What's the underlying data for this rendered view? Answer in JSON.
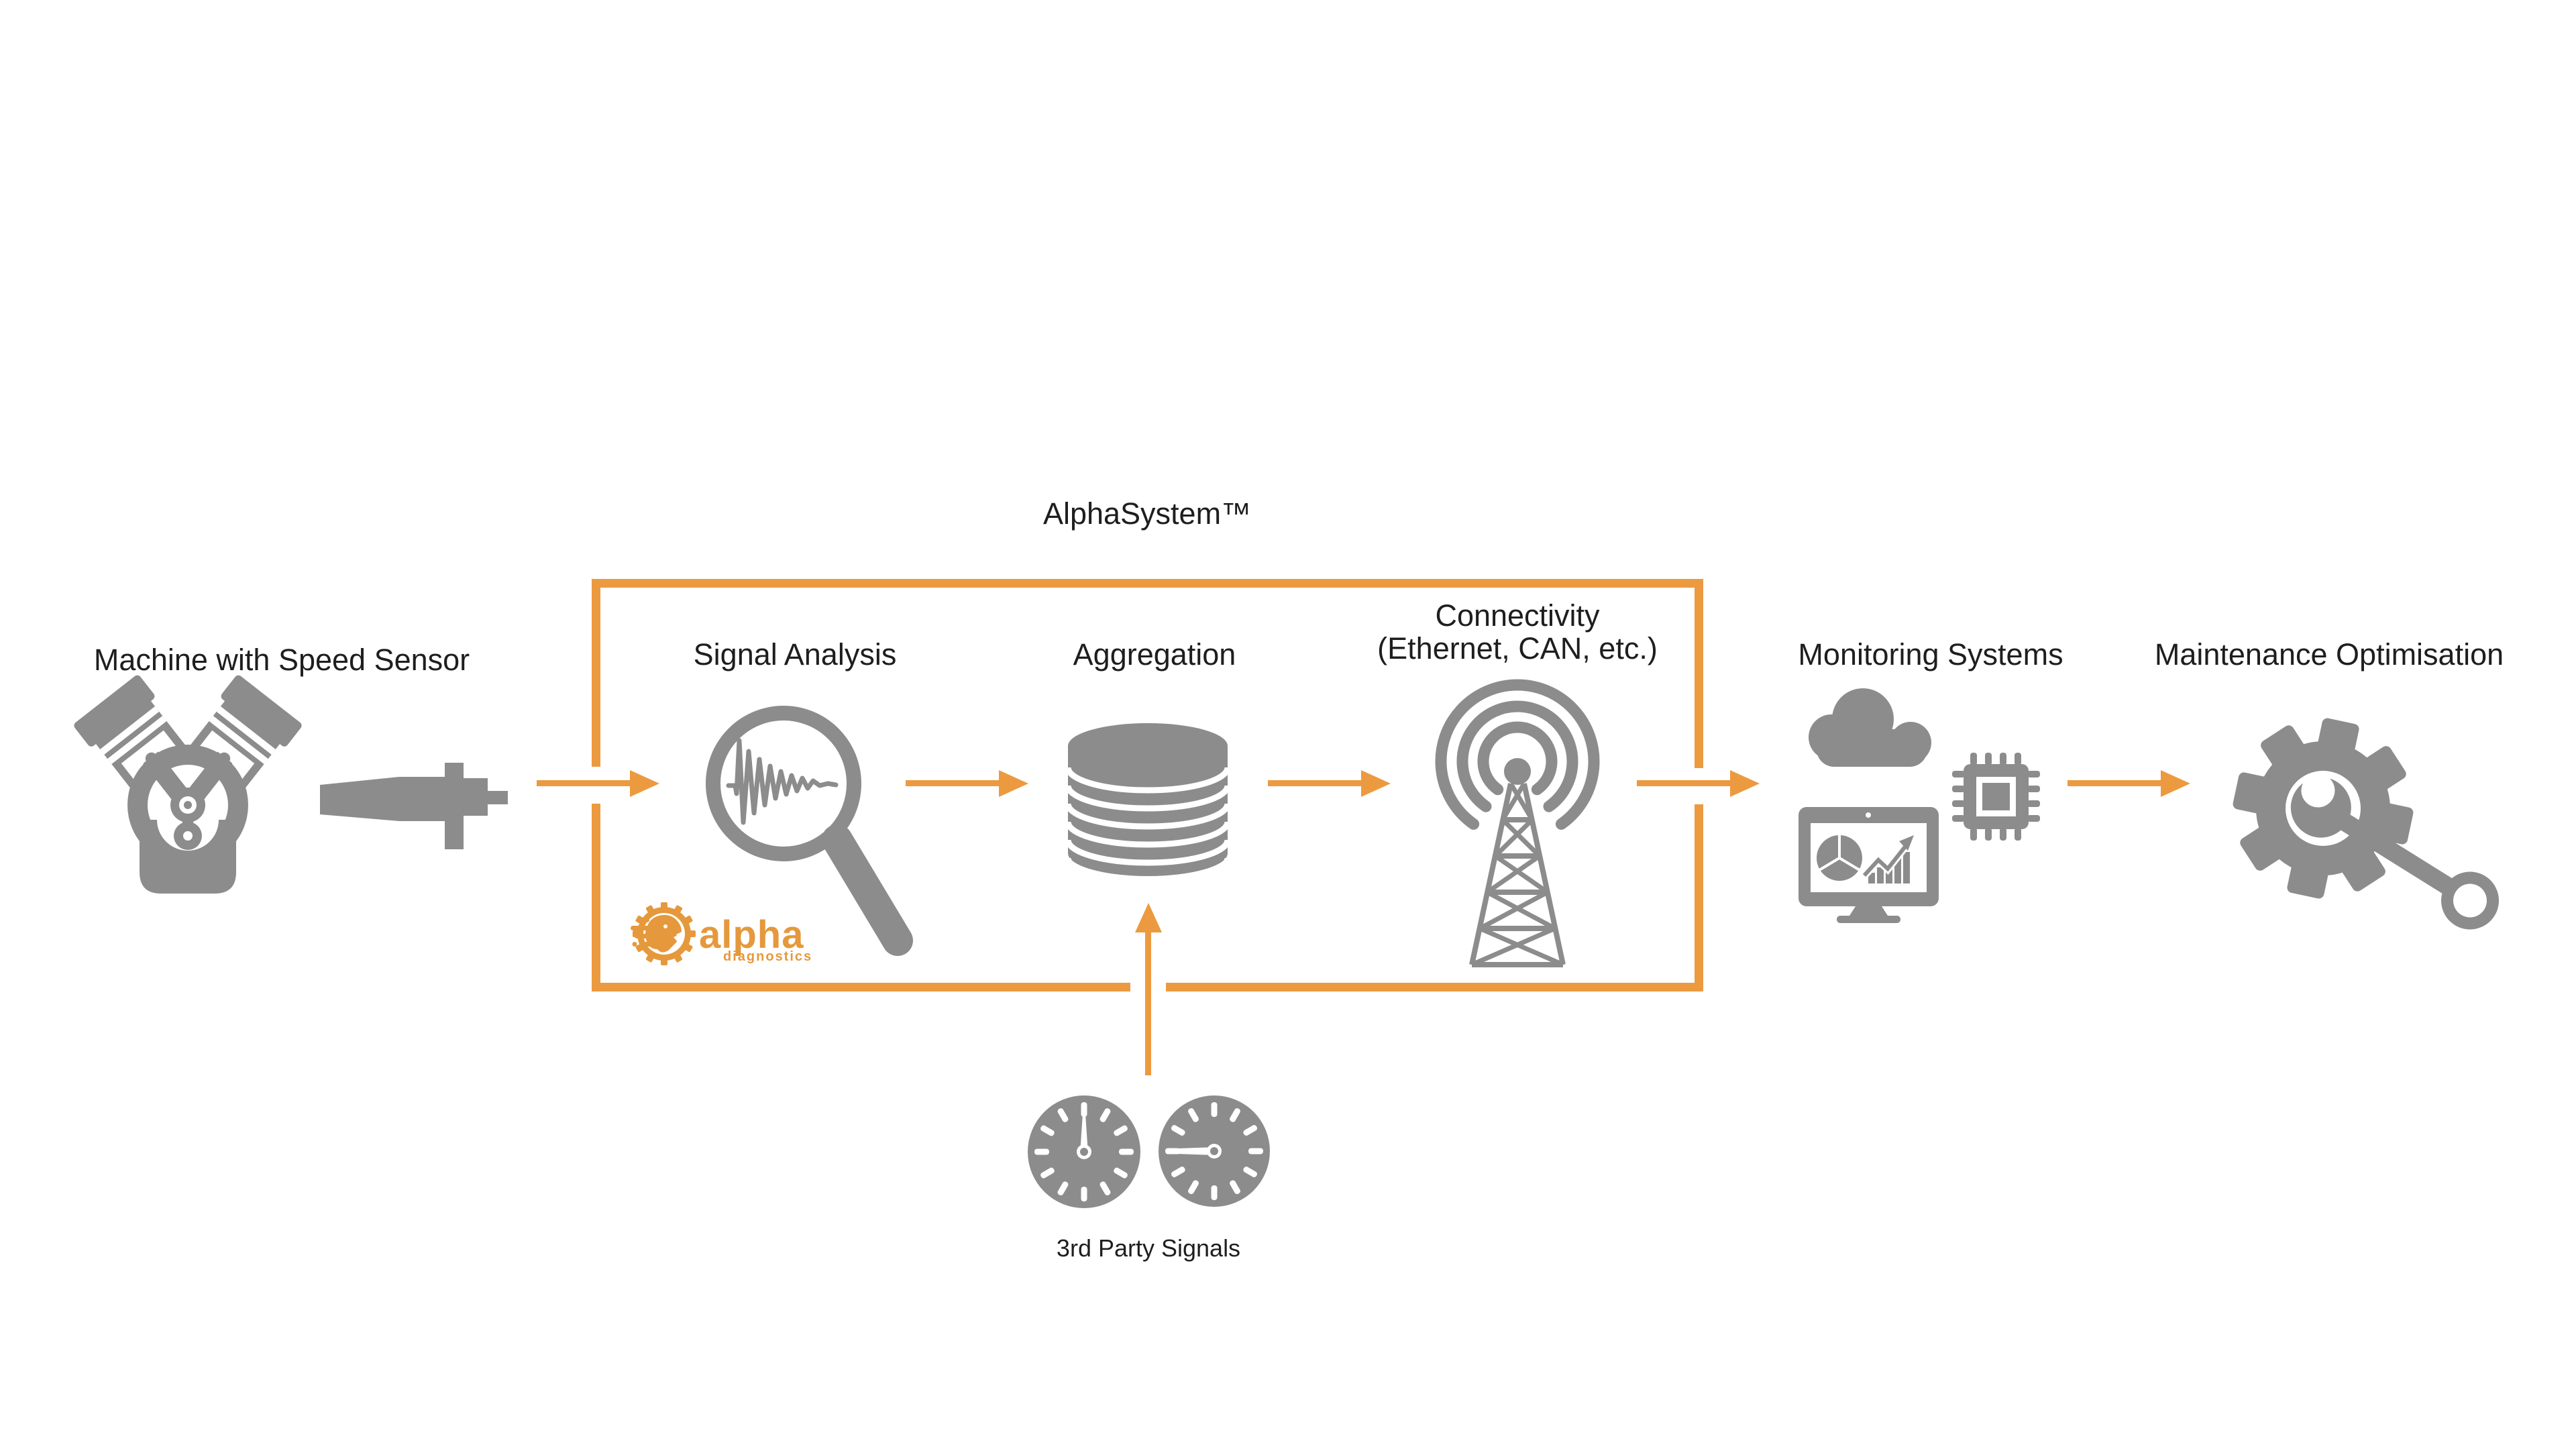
{
  "title": "AlphaSystem™",
  "colors": {
    "accent": "#EC9A3F",
    "logo": "#E5993C",
    "gray": "#8C8C8C",
    "text": "#1E1E1E",
    "background": "#FFFFFF"
  },
  "nodes": {
    "machine": {
      "label": "Machine with Speed Sensor",
      "icons": [
        "engine-icon",
        "speed-sensor-icon"
      ]
    },
    "signal_analysis": {
      "label": "Signal Analysis",
      "icon": "magnifier-waveform-icon"
    },
    "aggregation": {
      "label": "Aggregation",
      "icon": "database-stack-icon"
    },
    "connectivity": {
      "label_line1": "Connectivity",
      "label_line2": "(Ethernet, CAN, etc.)",
      "icon": "radio-tower-icon"
    },
    "monitoring": {
      "label": "Monitoring Systems",
      "icons": [
        "cloud-icon",
        "microchip-icon",
        "analytics-monitor-icon"
      ]
    },
    "maintenance": {
      "label": "Maintenance Optimisation",
      "icon": "gear-wrench-icon"
    },
    "third_party": {
      "label": "3rd Party Signals",
      "icons": [
        "gauge-icon",
        "gauge-icon"
      ]
    }
  },
  "logo": {
    "name": "alpha diagnostics",
    "word": "alpha",
    "subword": "diagnostics"
  },
  "icons": {
    "engine-icon": "v-twin engine silhouette",
    "speed-sensor-icon": "speed sensor probe",
    "magnifier-waveform-icon": "magnifying glass over damped signal",
    "database-stack-icon": "stacked database cylinder",
    "radio-tower-icon": "broadcast tower with waves",
    "cloud-icon": "cloud",
    "microchip-icon": "processor chip",
    "analytics-monitor-icon": "monitor with pie and bar charts",
    "gear-wrench-icon": "gear with wrench",
    "gauge-icon": "round gauge dial",
    "logo-gear-lion-icon": "orange gear with lion head and speed lines"
  }
}
